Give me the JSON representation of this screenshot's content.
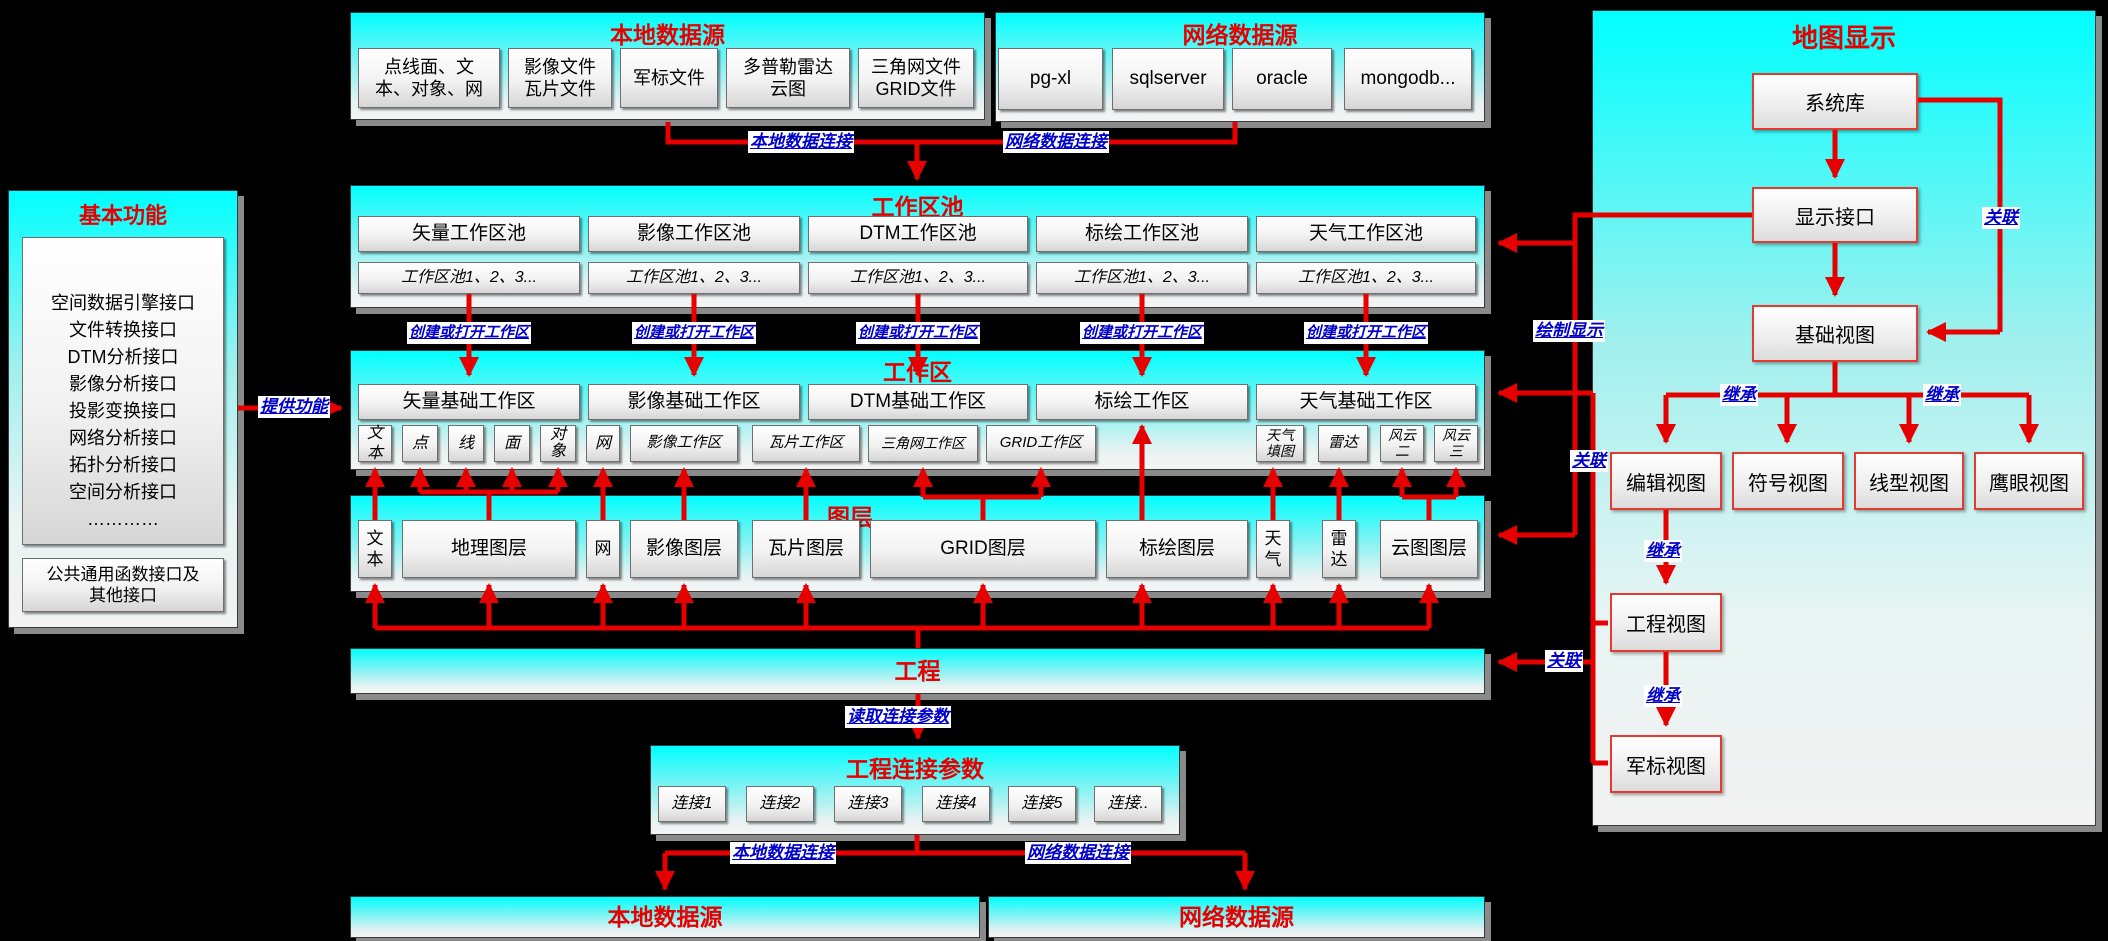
{
  "colors": {
    "accent_red": "#e60000",
    "label_blue": "#0000cc",
    "band_cyan": "#00ffff"
  },
  "top_local": {
    "title": "本地数据源",
    "items": [
      "点线面、文\n本、对象、网",
      "影像文件\n瓦片文件",
      "军标文件",
      "多普勒雷达\n云图",
      "三角网文件\nGRID文件"
    ]
  },
  "top_network": {
    "title": "网络数据源",
    "items": [
      "pg-xl",
      "sqlserver",
      "oracle",
      "mongodb..."
    ]
  },
  "pool": {
    "title": "工作区池",
    "row1": [
      "矢量工作区池",
      "影像工作区池",
      "DTM工作区池",
      "标绘工作区池",
      "天气工作区池"
    ],
    "row2_text": "工作区池1、2、3..."
  },
  "workspace": {
    "title": "工作区",
    "row1": [
      "矢量基础工作区",
      "影像基础工作区",
      "DTM基础工作区",
      "标绘工作区",
      "天气基础工作区"
    ],
    "small": [
      "文\n本",
      "点",
      "线",
      "面",
      "对\n象",
      "网",
      "影像工作区",
      "瓦片工作区",
      "三角网工作区",
      "GRID工作区",
      "天气\n填图",
      "雷达",
      "风云\n二",
      "风云\n三"
    ]
  },
  "layers": {
    "title": "图层",
    "items": [
      "文\n本",
      "地理图层",
      "网",
      "影像图层",
      "瓦片图层",
      "GRID图层",
      "标绘图层",
      "天\n气",
      "雷\n达",
      "云图图层"
    ]
  },
  "project": {
    "title": "工程"
  },
  "conn_params": {
    "title": "工程连接参数",
    "items": [
      "连接1",
      "连接2",
      "连接3",
      "连接4",
      "连接5",
      "连接.."
    ]
  },
  "bottom": {
    "local": "本地数据源",
    "network": "网络数据源"
  },
  "basic": {
    "title": "基本功能",
    "interfaces": [
      "空间数据引擎接口",
      "文件转换接口",
      "DTM分析接口",
      "影像分析接口",
      "投影变换接口",
      "网络分析接口",
      "拓扑分析接口",
      "空间分析接口",
      "…………"
    ],
    "common": "公共通用函数接口及\n其他接口"
  },
  "map_display": {
    "title": "地图显示",
    "boxes": {
      "system_lib": "系统库",
      "display_iface": "显示接口",
      "base_view": "基础视图",
      "edit_view": "编辑视图",
      "symbol_view": "符号视图",
      "line_view": "线型视图",
      "eagle_view": "鹰眼视图",
      "project_view": "工程视图",
      "military_view": "军标视图"
    }
  },
  "labels": {
    "local_conn_top": "本地数据连接",
    "network_conn_top": "网络数据连接",
    "create_open": "创建或打开工作区",
    "provide": "提供功能",
    "draw_display": "绘制显示",
    "assoc": "关联",
    "inherit": "继承",
    "read_params": "读取连接参数",
    "local_conn_bottom": "本地数据连接",
    "network_conn_bottom": "网络数据连接"
  }
}
